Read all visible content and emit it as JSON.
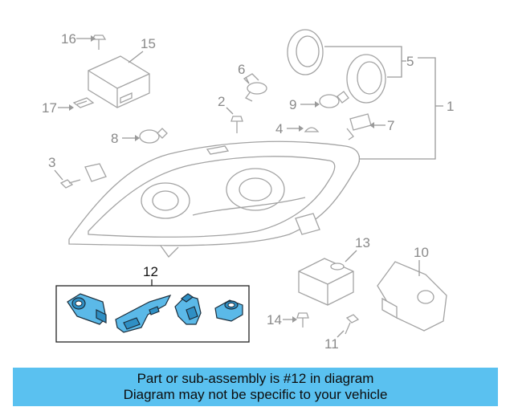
{
  "callouts": {
    "c1": "1",
    "c2": "2",
    "c3": "3",
    "c4": "4",
    "c5": "5",
    "c6": "6",
    "c7": "7",
    "c8": "8",
    "c9": "9",
    "c10": "10",
    "c11": "11",
    "c12": "12",
    "c13": "13",
    "c14": "14",
    "c15": "15",
    "c16": "16",
    "c17": "17"
  },
  "banner": {
    "line1": "Part or sub-assembly is #12 in diagram",
    "line2": "Diagram may not be specific to your vehicle"
  },
  "colors": {
    "highlight": "#5bb9e8",
    "banner": "#5ac1f0",
    "line": "#9a9a9a"
  }
}
